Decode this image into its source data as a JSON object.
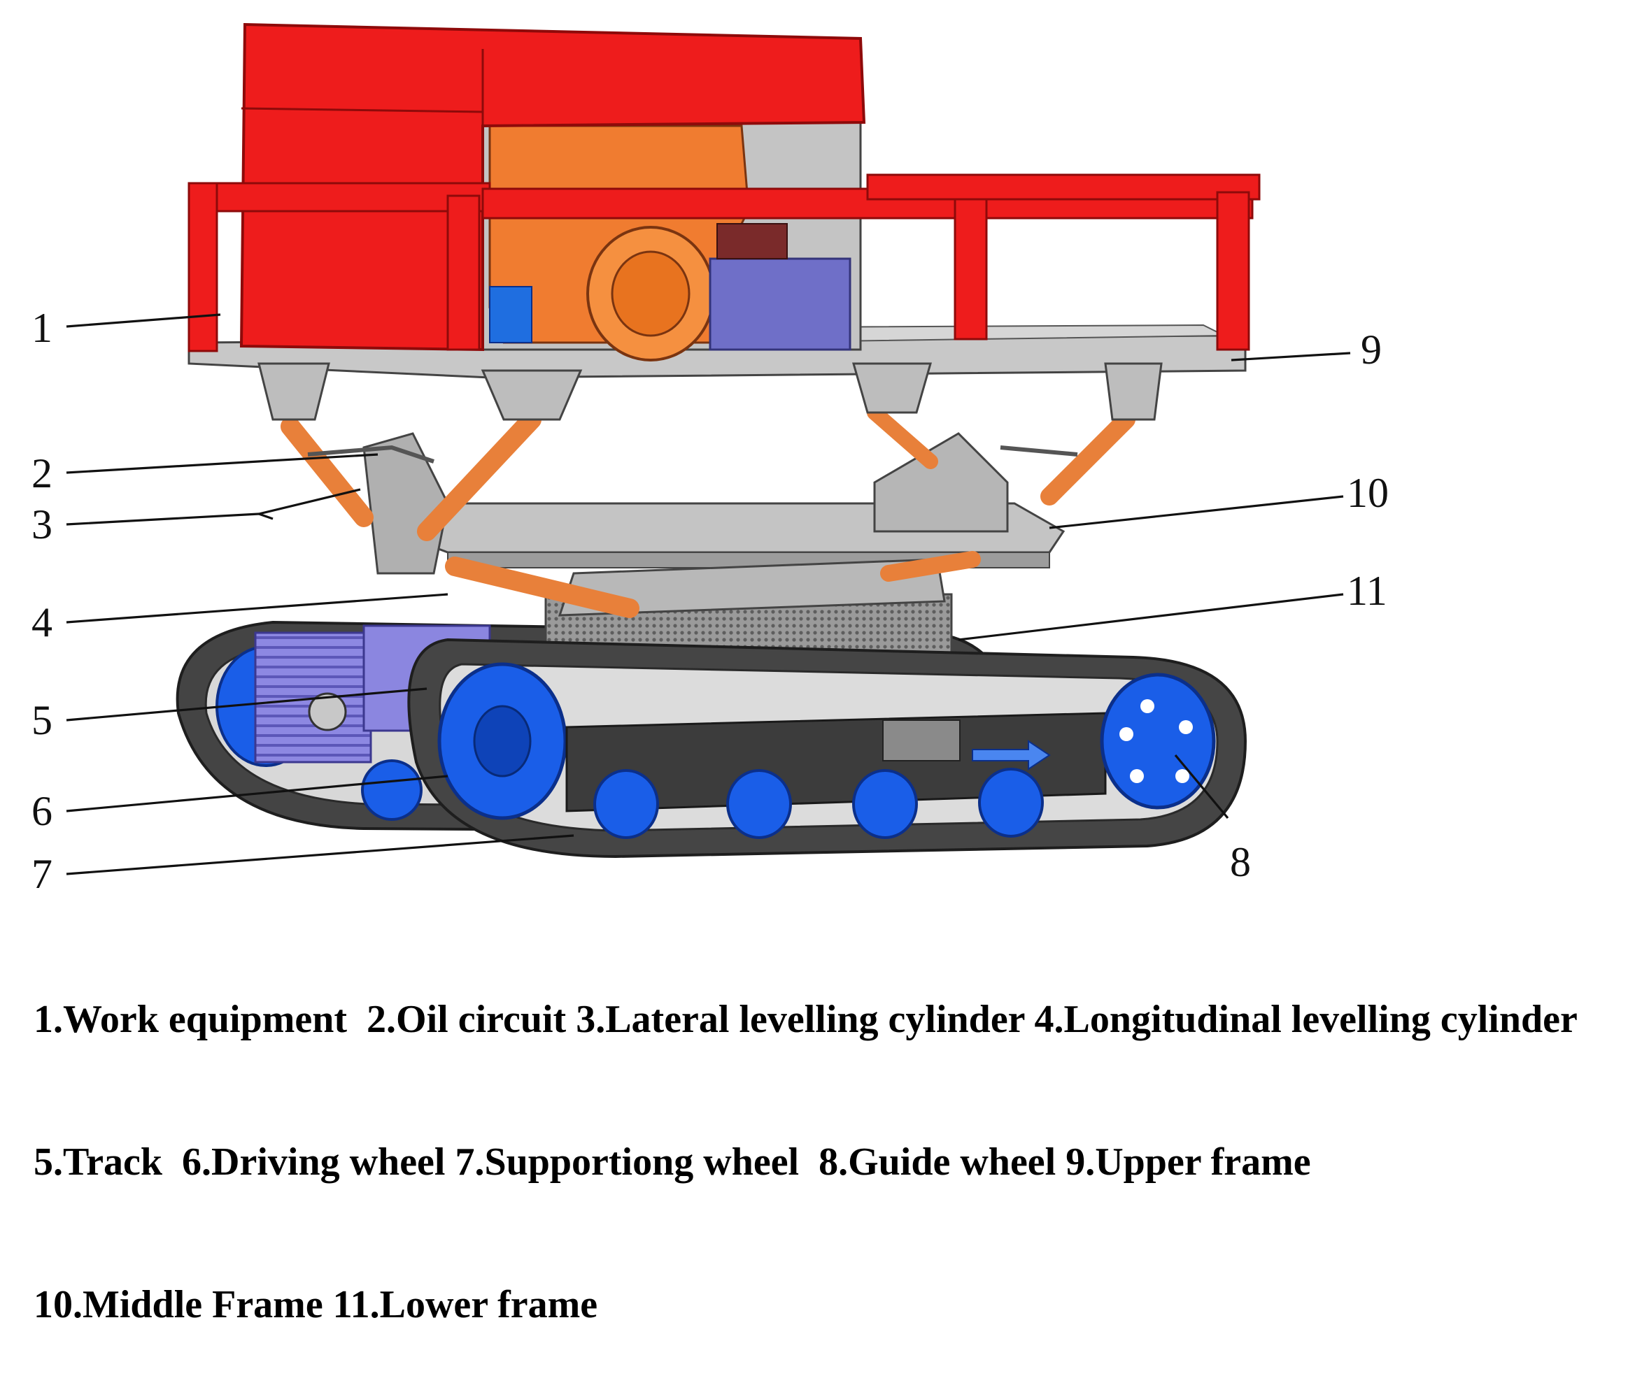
{
  "callouts": {
    "c1": "1",
    "c2": "2",
    "c3": "3",
    "c4": "4",
    "c5": "5",
    "c6": "6",
    "c7": "7",
    "c8": "8",
    "c9": "9",
    "c10": "10",
    "c11": "11"
  },
  "legend": {
    "line1": "1.Work equipment  2.Oil circuit 3.Lateral levelling cylinder 4.Longitudinal levelling cylinder",
    "line2": "5.Track  6.Driving wheel 7.Supportiong wheel  8.Guide wheel 9.Upper frame",
    "line3": "10.Middle Frame 11.Lower frame"
  },
  "colors": {
    "cover_red": "#ee1c1c",
    "engine_orange": "#f07c30",
    "cylinder_orange": "#e8803a",
    "frame_grey": "#b4b4b4",
    "track_dark": "#3c3c3c",
    "wheel_blue": "#1a5ee8",
    "gearbox_purple": "#8b86e0"
  }
}
